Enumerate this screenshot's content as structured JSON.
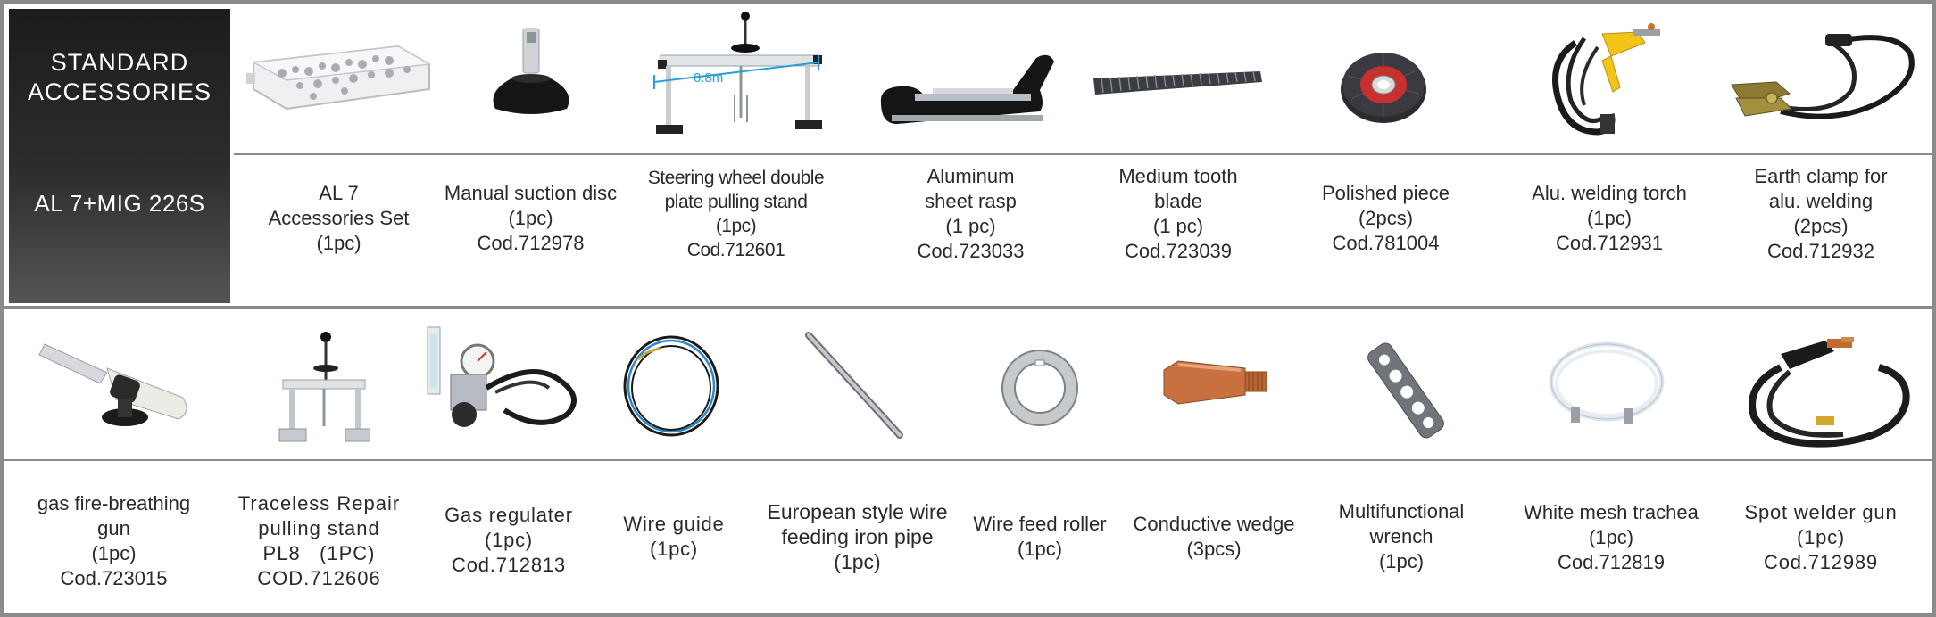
{
  "header": {
    "title_line1": "STANDARD",
    "title_line2": "ACCESSORIES",
    "model": "AL 7+MIG 226S"
  },
  "row1": [
    {
      "icon": "accessories-box-icon",
      "lines": [
        "AL 7",
        "Accessories Set",
        "(1pc)"
      ]
    },
    {
      "icon": "suction-disc-icon",
      "lines": [
        "Manual suction disc",
        "(1pc)",
        "Cod.712978"
      ]
    },
    {
      "icon": "pulling-stand-icon",
      "img_label": "0.8m",
      "lines": [
        "Steering wheel double",
        "plate pulling stand",
        "(1pc)",
        "Cod.712601"
      ]
    },
    {
      "icon": "sheet-rasp-icon",
      "lines": [
        "Aluminum",
        "sheet rasp",
        "(1 pc)",
        "Cod.723033"
      ]
    },
    {
      "icon": "tooth-blade-icon",
      "lines": [
        "Medium tooth",
        "blade",
        "(1 pc)",
        "Cod.723039"
      ]
    },
    {
      "icon": "polishing-disc-icon",
      "lines": [
        "Polished piece",
        "(2pcs)",
        "Cod.781004"
      ]
    },
    {
      "icon": "welding-torch-icon",
      "lines": [
        "Alu. welding torch",
        "(1pc)",
        "Cod.712931"
      ]
    },
    {
      "icon": "earth-clamp-icon",
      "lines": [
        "Earth clamp for",
        "alu. welding",
        "(2pcs)",
        "Cod.712932"
      ]
    }
  ],
  "row2": [
    {
      "icon": "gas-torch-icon",
      "lines": [
        "gas fire-breathing",
        "gun",
        "(1pc)",
        "Cod.723015"
      ]
    },
    {
      "icon": "repair-stand-icon",
      "lines": [
        "Traceless Repair",
        "pulling stand",
        "PL8   (1PC)",
        "COD.712606"
      ]
    },
    {
      "icon": "gas-regulator-icon",
      "lines": [
        "Gas regulater",
        "(1pc)",
        "Cod.712813"
      ]
    },
    {
      "icon": "wire-guide-icon",
      "lines": [
        "Wire guide",
        "(1pc)"
      ]
    },
    {
      "icon": "iron-pipe-icon",
      "lines": [
        "European style wire",
        "feeding iron pipe",
        "(1pc)"
      ]
    },
    {
      "icon": "feed-roller-icon",
      "lines": [
        "Wire feed roller",
        "(1pc)"
      ]
    },
    {
      "icon": "contact-tip-icon",
      "lines": [
        "Conductive wedge",
        "(3pcs)"
      ]
    },
    {
      "icon": "wrench-icon",
      "lines": [
        "Multifunctional",
        "wrench",
        "(1pc)"
      ]
    },
    {
      "icon": "mesh-trachea-icon",
      "lines": [
        "White mesh trachea",
        "(1pc)",
        "Cod.712819"
      ]
    },
    {
      "icon": "spot-welder-gun-icon",
      "lines": [
        "Spot welder gun",
        "(1pc)",
        "Cod.712989"
      ]
    }
  ]
}
